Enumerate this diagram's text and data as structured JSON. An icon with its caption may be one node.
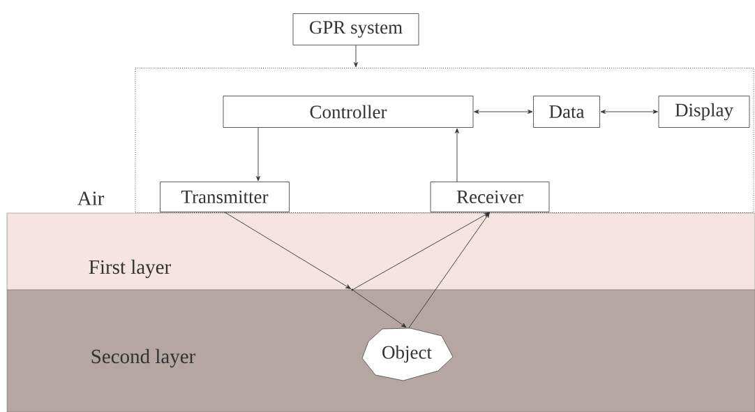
{
  "diagram": {
    "nodes": [
      {
        "text": [
          "GPR system"
        ]
      },
      {
        "text": [],
        "shape": "box"
      },
      {
        "text": [
          "Controller"
        ],
        "in": 1
      },
      {
        "text": [
          "Data"
        ],
        "in": 1
      },
      {
        "text": [
          "Display"
        ],
        "in": 1
      },
      {
        "text": [
          "Transmitter"
        ],
        "in": 1
      },
      {
        "text": [
          "Receiver"
        ],
        "in": 1
      },
      {
        "text": [
          "Object"
        ]
      },
      {
        "text": [],
        "shape": "point"
      }
    ],
    "edges": [
      {
        "from": 0,
        "to": 1,
        "arrow": "to"
      },
      {
        "from": 2,
        "to": 3,
        "arrow": "both"
      },
      {
        "from": 3,
        "to": 4,
        "arrow": "both"
      },
      {
        "from": 2,
        "to": 5,
        "arrow": "to"
      },
      {
        "from": 6,
        "to": 2,
        "arrow": "to"
      },
      {
        "from": 5,
        "to": 8,
        "arrow": "to"
      },
      {
        "from": 8,
        "to": 6,
        "arrow": "to"
      },
      {
        "from": 8,
        "to": 7,
        "arrow": "to"
      },
      {
        "from": 7,
        "to": 6,
        "arrow": "to"
      }
    ],
    "labels": [
      "Air",
      "First layer",
      "Second layer"
    ]
  }
}
